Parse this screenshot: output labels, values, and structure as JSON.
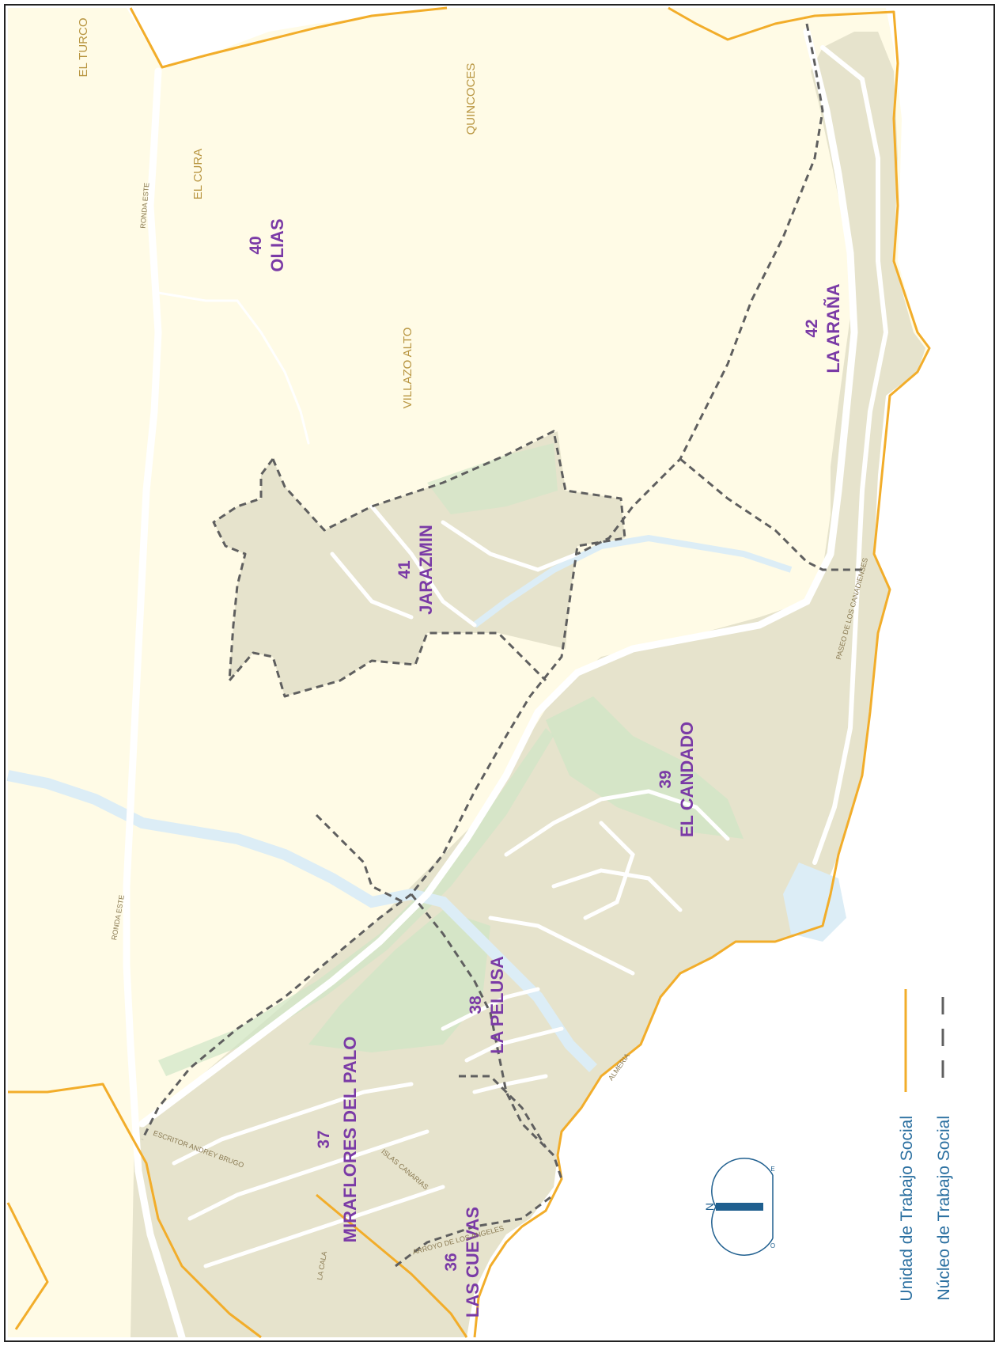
{
  "colors": {
    "background": "#ffffff",
    "land": "#fffbe6",
    "district": "#e6e3cc",
    "green": "#cfe6c6",
    "water": "#dcedf6",
    "road": "#ffffff",
    "unit_boundary": "#f2ad2a",
    "nucleus_boundary": "#5f5f5f",
    "zone_label": "#7a3aa6",
    "place_label": "#b89540",
    "legend_text": "#2a6fa0",
    "compass": "#1f5f8f"
  },
  "zones": [
    {
      "id": "36",
      "number": "36",
      "name": "LAS CUEVAS"
    },
    {
      "id": "37",
      "number": "37",
      "name": "MIRAFLORES DEL PALO"
    },
    {
      "id": "38",
      "number": "38",
      "name": "LA PELUSA"
    },
    {
      "id": "39",
      "number": "39",
      "name": "EL CANDADO"
    },
    {
      "id": "40",
      "number": "40",
      "name": "OLIAS"
    },
    {
      "id": "41",
      "number": "41",
      "name": "JARAZMIN"
    },
    {
      "id": "42",
      "number": "42",
      "name": "LA ARAÑA"
    }
  ],
  "places": [
    "EL TURCO",
    "QUINCOCES",
    "EL CURA",
    "VILLAZO ALTO"
  ],
  "streets": [
    "RONDA ESTE",
    "RONDA ESTE",
    "ESCRITOR ANDREY BRUGO",
    "ISLAS CANARIAS",
    "ARROYO DE LOS ANGELES",
    "PASEO DE LOS CANADIENSES",
    "ALMERIA",
    "LA CALA"
  ],
  "compass": {
    "icon": "north-arrow-icon",
    "north_label": "N",
    "east_label": "E",
    "west_label": "O"
  },
  "legend": {
    "items": [
      {
        "label": "Unidad de Trabajo Social",
        "style": "solid"
      },
      {
        "label": "Núcleo de Trabajo Social",
        "style": "dashed"
      }
    ]
  }
}
